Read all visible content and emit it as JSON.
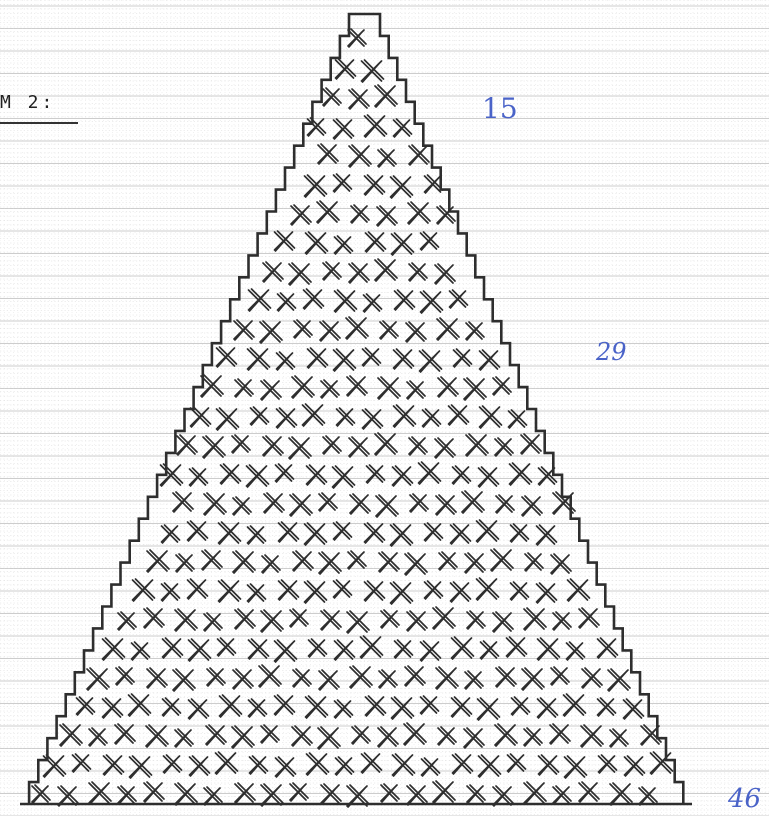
{
  "chart_label": "M 2:",
  "annotations": {
    "top": "15",
    "middle": "29",
    "bottom": "46"
  },
  "colors": {
    "paper": "#ffffff",
    "grid_fine": "#d8d8d8",
    "grid_line": "#bdbdbd",
    "ink": "#2e2e2e",
    "annotation_blue": "#4a63c8"
  },
  "pattern": {
    "shape": "triangle",
    "motif": "cross-stitch-x",
    "rows": 36
  }
}
